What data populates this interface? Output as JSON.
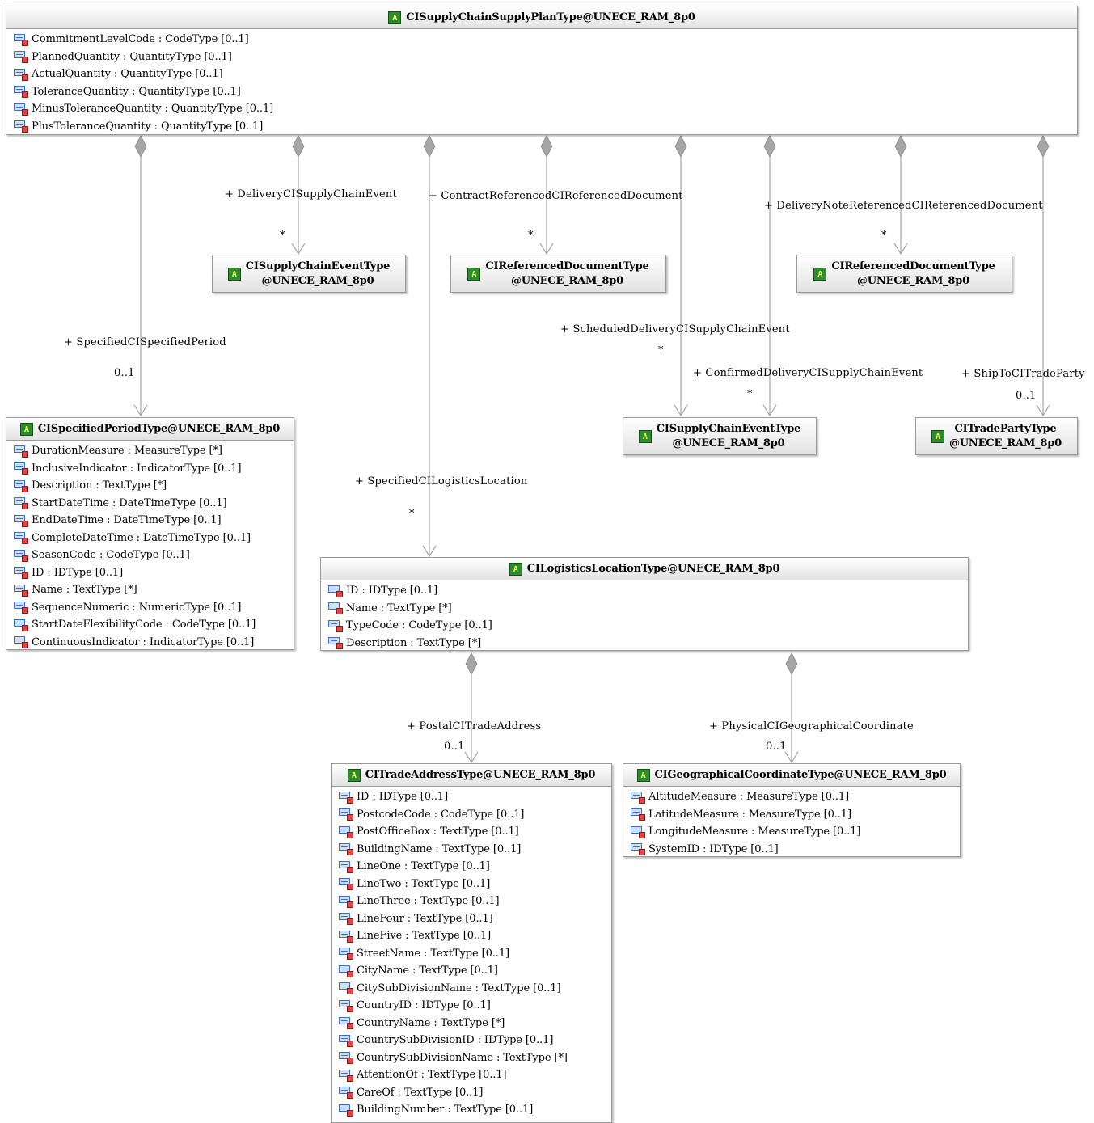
{
  "classes": {
    "supply_plan": {
      "title": "CISupplyChainSupplyPlanType@UNECE_RAM_8p0",
      "attributes": [
        "CommitmentLevelCode : CodeType [0..1]",
        "PlannedQuantity : QuantityType [0..1]",
        "ActualQuantity : QuantityType [0..1]",
        "ToleranceQuantity : QuantityType [0..1]",
        "MinusToleranceQuantity : QuantityType [0..1]",
        "PlusToleranceQuantity : QuantityType [0..1]"
      ]
    },
    "event_1": {
      "line1": "CISupplyChainEventType",
      "line2": "@UNECE_RAM_8p0"
    },
    "refdoc_1": {
      "line1": "CIReferencedDocumentType",
      "line2": "@UNECE_RAM_8p0"
    },
    "refdoc_2": {
      "line1": "CIReferencedDocumentType",
      "line2": "@UNECE_RAM_8p0"
    },
    "event_2": {
      "line1": "CISupplyChainEventType",
      "line2": "@UNECE_RAM_8p0"
    },
    "trade_party": {
      "line1": "CITradePartyType",
      "line2": "@UNECE_RAM_8p0"
    },
    "period": {
      "title": "CISpecifiedPeriodType@UNECE_RAM_8p0",
      "attributes": [
        "DurationMeasure : MeasureType [*]",
        "InclusiveIndicator : IndicatorType [0..1]",
        "Description : TextType [*]",
        "StartDateTime : DateTimeType [0..1]",
        "EndDateTime : DateTimeType [0..1]",
        "CompleteDateTime : DateTimeType [0..1]",
        "SeasonCode : CodeType [0..1]",
        "ID : IDType [0..1]",
        "Name : TextType [*]",
        "SequenceNumeric : NumericType [0..1]",
        "StartDateFlexibilityCode : CodeType [0..1]",
        "ContinuousIndicator : IndicatorType [0..1]"
      ]
    },
    "location": {
      "title": "CILogisticsLocationType@UNECE_RAM_8p0",
      "attributes": [
        "ID : IDType [0..1]",
        "Name : TextType [*]",
        "TypeCode : CodeType [0..1]",
        "Description : TextType [*]"
      ]
    },
    "address": {
      "title": "CITradeAddressType@UNECE_RAM_8p0",
      "attributes": [
        "ID : IDType [0..1]",
        "PostcodeCode : CodeType [0..1]",
        "PostOfficeBox : TextType [0..1]",
        "BuildingName : TextType [0..1]",
        "LineOne : TextType [0..1]",
        "LineTwo : TextType [0..1]",
        "LineThree : TextType [0..1]",
        "LineFour : TextType [0..1]",
        "LineFive : TextType [0..1]",
        "StreetName : TextType [0..1]",
        "CityName : TextType [0..1]",
        "CitySubDivisionName : TextType [0..1]",
        "CountryID : IDType [0..1]",
        "CountryName : TextType [*]",
        "CountrySubDivisionID : IDType [0..1]",
        "CountrySubDivisionName : TextType [*]",
        "AttentionOf : TextType [0..1]",
        "CareOf : TextType [0..1]",
        "BuildingNumber : TextType [0..1]"
      ]
    },
    "geo": {
      "title": "CIGeographicalCoordinateType@UNECE_RAM_8p0",
      "attributes": [
        "AltitudeMeasure : MeasureType [0..1]",
        "LatitudeMeasure : MeasureType [0..1]",
        "LongitudeMeasure : MeasureType [0..1]",
        "SystemID : IDType [0..1]"
      ]
    }
  },
  "badge_glyph": "A",
  "attribute_icon": "attribute-icon",
  "class_icon": "class-icon",
  "associations": {
    "specified_period": {
      "role": "+ SpecifiedCISpecifiedPeriod",
      "multiplicity": "0..1"
    },
    "delivery_event": {
      "role": "+ DeliveryCISupplyChainEvent",
      "multiplicity": "*"
    },
    "contract_doc": {
      "role": "+ ContractReferencedCIReferencedDocument",
      "multiplicity": "*"
    },
    "delivery_note_doc": {
      "role": "+ DeliveryNoteReferencedCIReferencedDocument",
      "multiplicity": "*"
    },
    "scheduled_delivery": {
      "role": "+ ScheduledDeliveryCISupplyChainEvent",
      "multiplicity": "*"
    },
    "confirmed_delivery": {
      "role": "+ ConfirmedDeliveryCISupplyChainEvent",
      "multiplicity": "*"
    },
    "ship_to": {
      "role": "+ ShipToCITradeParty",
      "multiplicity": "0..1"
    },
    "logistics_location": {
      "role": "+ SpecifiedCILogisticsLocation",
      "multiplicity": "*"
    },
    "postal_address": {
      "role": "+ PostalCITradeAddress",
      "multiplicity": "0..1"
    },
    "geo_coordinate": {
      "role": "+ PhysicalCIGeographicalCoordinate",
      "multiplicity": "0..1"
    }
  },
  "colors": {
    "edge": "#a6a6a6",
    "badge": "#2e8b2e",
    "border": "#9a9a9a"
  }
}
